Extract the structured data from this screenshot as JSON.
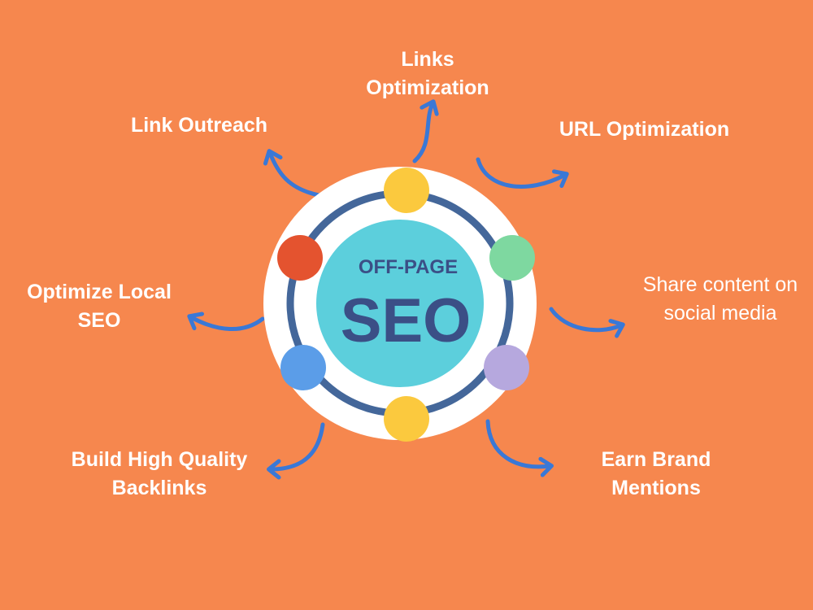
{
  "center": {
    "line1": "OFF-PAGE",
    "line2": "SEO"
  },
  "nodes": {
    "links_optimization": {
      "line1": "Links",
      "line2": "Optimization"
    },
    "link_outreach": {
      "line1": "Link Outreach"
    },
    "url_optimization": {
      "line1": "URL Optimization"
    },
    "optimize_local_seo": {
      "line1": "Optimize Local",
      "line2": "SEO"
    },
    "share_content": {
      "line1": "Share content on",
      "line2": "social media"
    },
    "build_backlinks": {
      "line1": "Build High Quality",
      "line2": "Backlinks"
    },
    "earn_mentions": {
      "line1": "Earn Brand",
      "line2": "Mentions"
    }
  },
  "colors": {
    "background": "#f6874e",
    "arrow": "#3a78d6",
    "ring": "#44679a",
    "hub_outer": "#ffffff",
    "hub_inner": "#5ccfdc",
    "hub_text": "#3b4f86",
    "dot_top": "#fbc93e",
    "dot_bottom": "#fbc93e",
    "dot_left_upper": "#e4532f",
    "dot_right_upper": "#7ed8a0",
    "dot_left_lower": "#5b9de8",
    "dot_right_lower": "#b6a8de"
  },
  "icons": {
    "arrow": "curved-arrow-icon",
    "dot": "circle-dot-icon"
  }
}
